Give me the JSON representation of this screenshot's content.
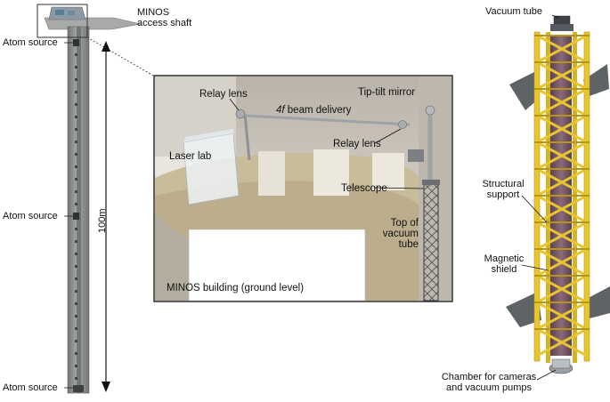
{
  "shaft_panel": {
    "access_shaft_label_line1": "MINOS",
    "access_shaft_label_line2": "access shaft",
    "atom_source_label": "Atom source",
    "height_label": "100m"
  },
  "building_inset": {
    "relay_lens_top": "Relay lens",
    "beam_delivery_italic": "4f",
    "beam_delivery_rest": " beam delivery",
    "tip_tilt_mirror": "Tip-tilt mirror",
    "laser_lab": "Laser lab",
    "relay_lens_right": "Relay lens",
    "telescope": "Telescope",
    "top_of_vacuum_tube_line1": "Top of",
    "top_of_vacuum_tube_line2": "vacuum",
    "top_of_vacuum_tube_line3": "tube",
    "caption": "MINOS building (ground level)"
  },
  "tube_panel": {
    "vacuum_tube": "Vacuum tube",
    "structural_support_line1": "Structural",
    "structural_support_line2": "support",
    "magnetic_shield_line1": "Magnetic",
    "magnetic_shield_line2": "shield",
    "chamber_line1": "Chamber for cameras",
    "chamber_line2": "and vacuum pumps"
  },
  "colors": {
    "frame_yellow": "#e8c630",
    "frame_yellow_dark": "#b8941a",
    "tube_purple": "#7a5a68",
    "bracket_gray": "#5e6366",
    "shaft_gray": "#8f9494",
    "concrete": "#c9c3b8",
    "sand": "#d8cdb4"
  }
}
